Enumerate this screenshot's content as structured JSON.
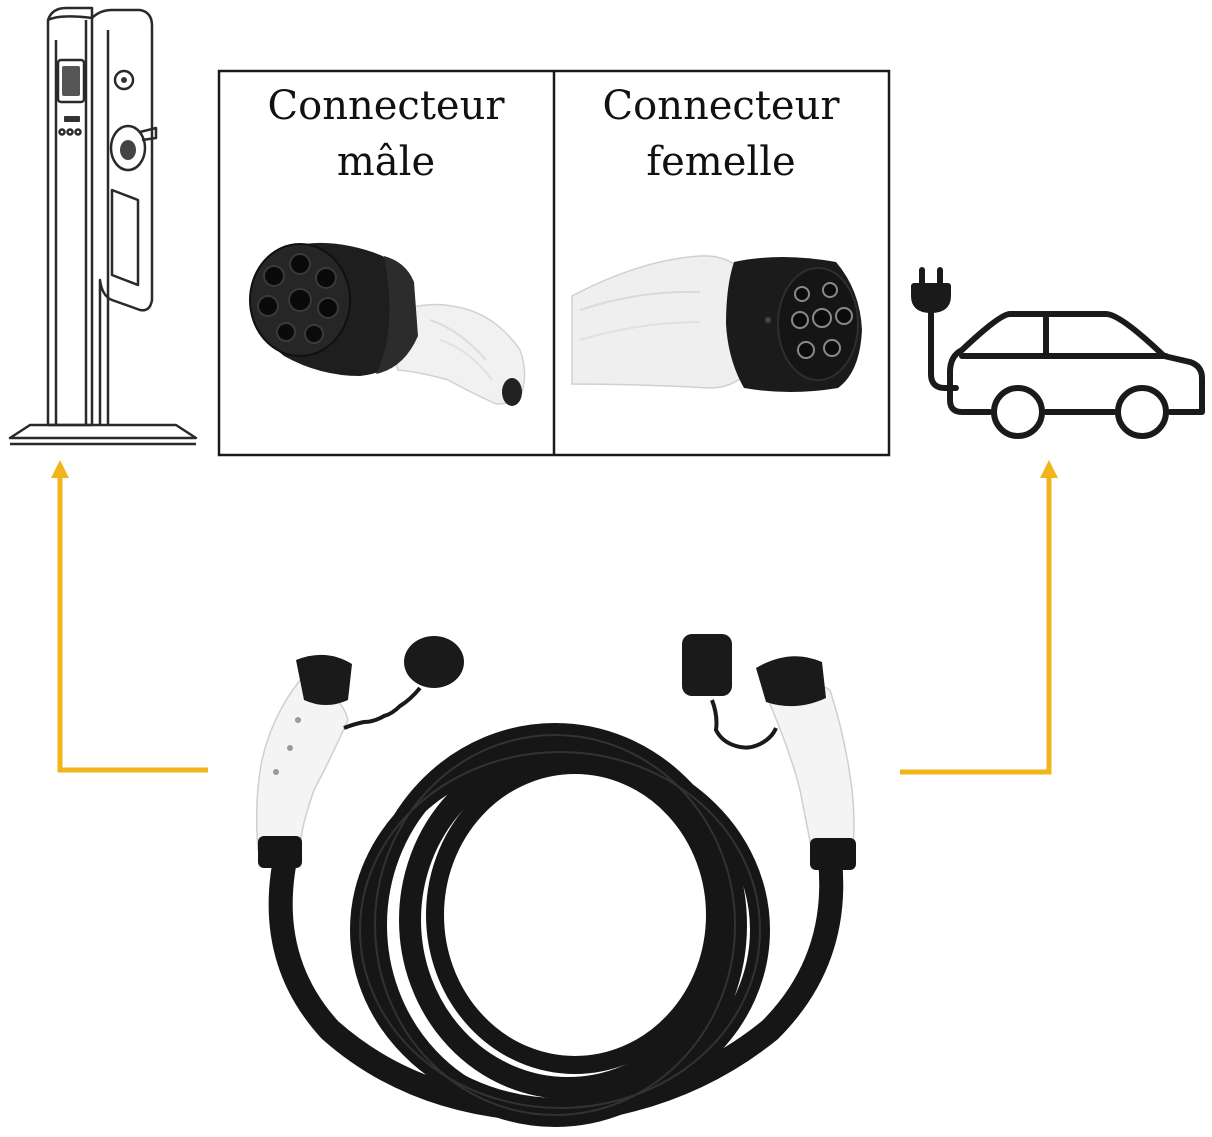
{
  "labels": {
    "male_line1": "Connecteur",
    "male_line2": "mâle",
    "female_line1": "Connecteur",
    "female_line2": "femelle"
  },
  "icons": {
    "station": "charging-station-icon",
    "male": "male-connector-photo",
    "female": "female-connector-photo",
    "car": "electric-car-icon",
    "cable": "charging-cable-photo"
  },
  "colors": {
    "arrow": "#f2b41c",
    "outline": "#1a1a1a",
    "plug_body": "#f2f2f2",
    "plug_head": "#1c1c1c",
    "cable": "#161616"
  }
}
